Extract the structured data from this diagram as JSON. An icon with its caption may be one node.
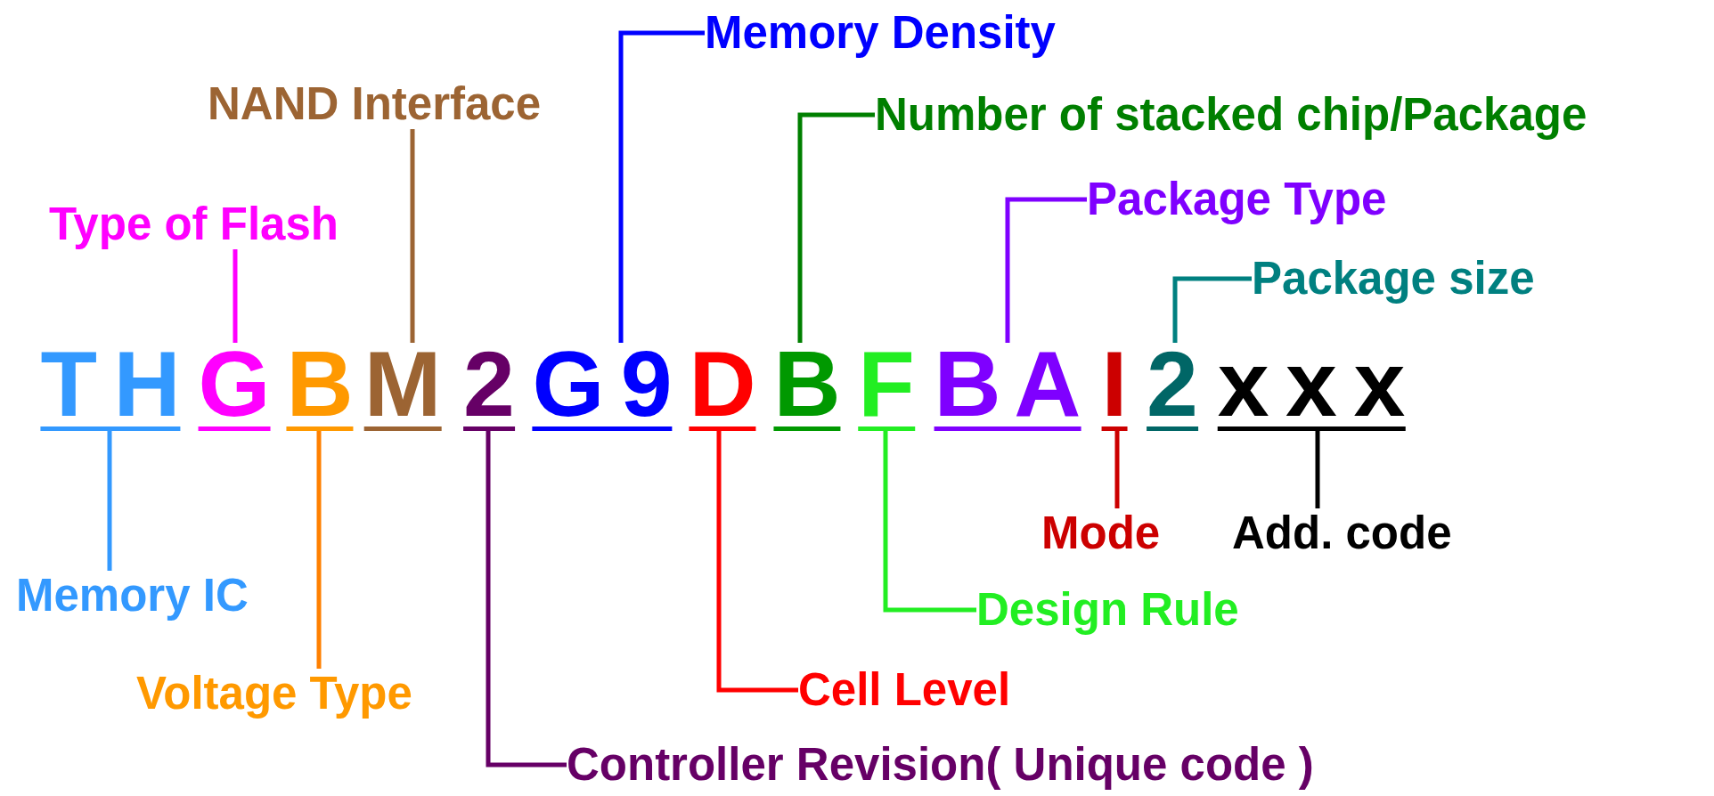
{
  "diagram": {
    "nodes": [
      {
        "text": [
          "Memory Density"
        ]
      },
      {
        "text": [
          "NAND Interface"
        ]
      },
      {
        "text": [
          "Number of stacked chip/Package"
        ]
      },
      {
        "text": [
          "Type of Flash"
        ]
      },
      {
        "text": [
          "Package Type"
        ]
      },
      {
        "text": [
          "Package size"
        ]
      },
      {
        "text": [
          "T H"
        ]
      },
      {
        "text": [
          "G"
        ]
      },
      {
        "text": [
          "B"
        ]
      },
      {
        "text": [
          "M"
        ]
      },
      {
        "text": [
          "2"
        ]
      },
      {
        "text": [
          "G 9"
        ]
      },
      {
        "text": [
          "D"
        ]
      },
      {
        "text": [
          "B"
        ]
      },
      {
        "text": [
          "F"
        ]
      },
      {
        "text": [
          "B A"
        ]
      },
      {
        "text": [
          "I"
        ]
      },
      {
        "text": [
          "2"
        ]
      },
      {
        "text": [
          "x x x"
        ]
      },
      {
        "text": [
          "Memory IC"
        ]
      },
      {
        "text": [
          "Mode"
        ]
      },
      {
        "text": [
          "Add. code"
        ]
      },
      {
        "text": [
          "Design Rule"
        ]
      },
      {
        "text": [
          "Voltage Type"
        ]
      },
      {
        "text": [
          "Cell Level"
        ]
      },
      {
        "text": [
          "Controller Revision( Unique code )"
        ]
      }
    ],
    "edges": [
      {
        "from": 0,
        "to": 11,
        "arrow": "none",
        "color": "#0000ff"
      },
      {
        "from": 1,
        "to": 9,
        "arrow": "none",
        "color": "#9c6433"
      },
      {
        "from": 2,
        "to": 13,
        "arrow": "none",
        "color": "#007f00"
      },
      {
        "from": 3,
        "to": 7,
        "arrow": "none",
        "color": "#ff00ff"
      },
      {
        "from": 4,
        "to": 15,
        "arrow": "none",
        "color": "#7f00ff"
      },
      {
        "from": 5,
        "to": 17,
        "arrow": "none",
        "color": "#008080"
      },
      {
        "from": 19,
        "to": 6,
        "arrow": "none",
        "color": "#3399ff"
      },
      {
        "from": 20,
        "to": 16,
        "arrow": "none",
        "color": "#cc0000"
      },
      {
        "from": 21,
        "to": 18,
        "arrow": "none",
        "color": "#000000"
      },
      {
        "from": 22,
        "to": 14,
        "arrow": "none",
        "color": "#22ee22"
      },
      {
        "from": 23,
        "to": 8,
        "arrow": "none",
        "color": "#ff8000"
      },
      {
        "from": 24,
        "to": 12,
        "arrow": "none",
        "color": "#ff0000"
      },
      {
        "from": 25,
        "to": 10,
        "arrow": "none",
        "color": "#660066"
      }
    ]
  }
}
